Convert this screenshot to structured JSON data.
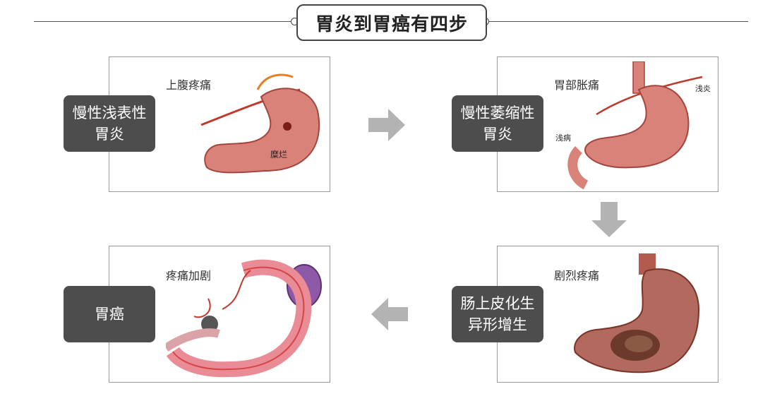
{
  "title": "胃炎到胃癌有四步",
  "stages": [
    {
      "label_line1": "慢性浅表性",
      "label_line2": "胃炎",
      "caption": "上腹疼痛",
      "annotation": "糜烂"
    },
    {
      "label_line1": "慢性萎缩性",
      "label_line2": "胃炎",
      "caption": "胃部胀痛",
      "annotation_a": "浅炎",
      "annotation_b": "浅病"
    },
    {
      "label_line1": "肠上皮化生",
      "label_line2": "异形增生",
      "caption": "剧烈疼痛"
    },
    {
      "label_line1": "胃癌",
      "label_line2": "",
      "caption": "疼痛加剧"
    }
  ],
  "colors": {
    "label_bg": "#4d4d4d",
    "arrow": "#b3b3b3",
    "stomach": "#d9827a",
    "stomach_dark": "#a4453d"
  },
  "icons": [
    "arrow-right-icon",
    "arrow-down-icon",
    "arrow-left-icon"
  ]
}
